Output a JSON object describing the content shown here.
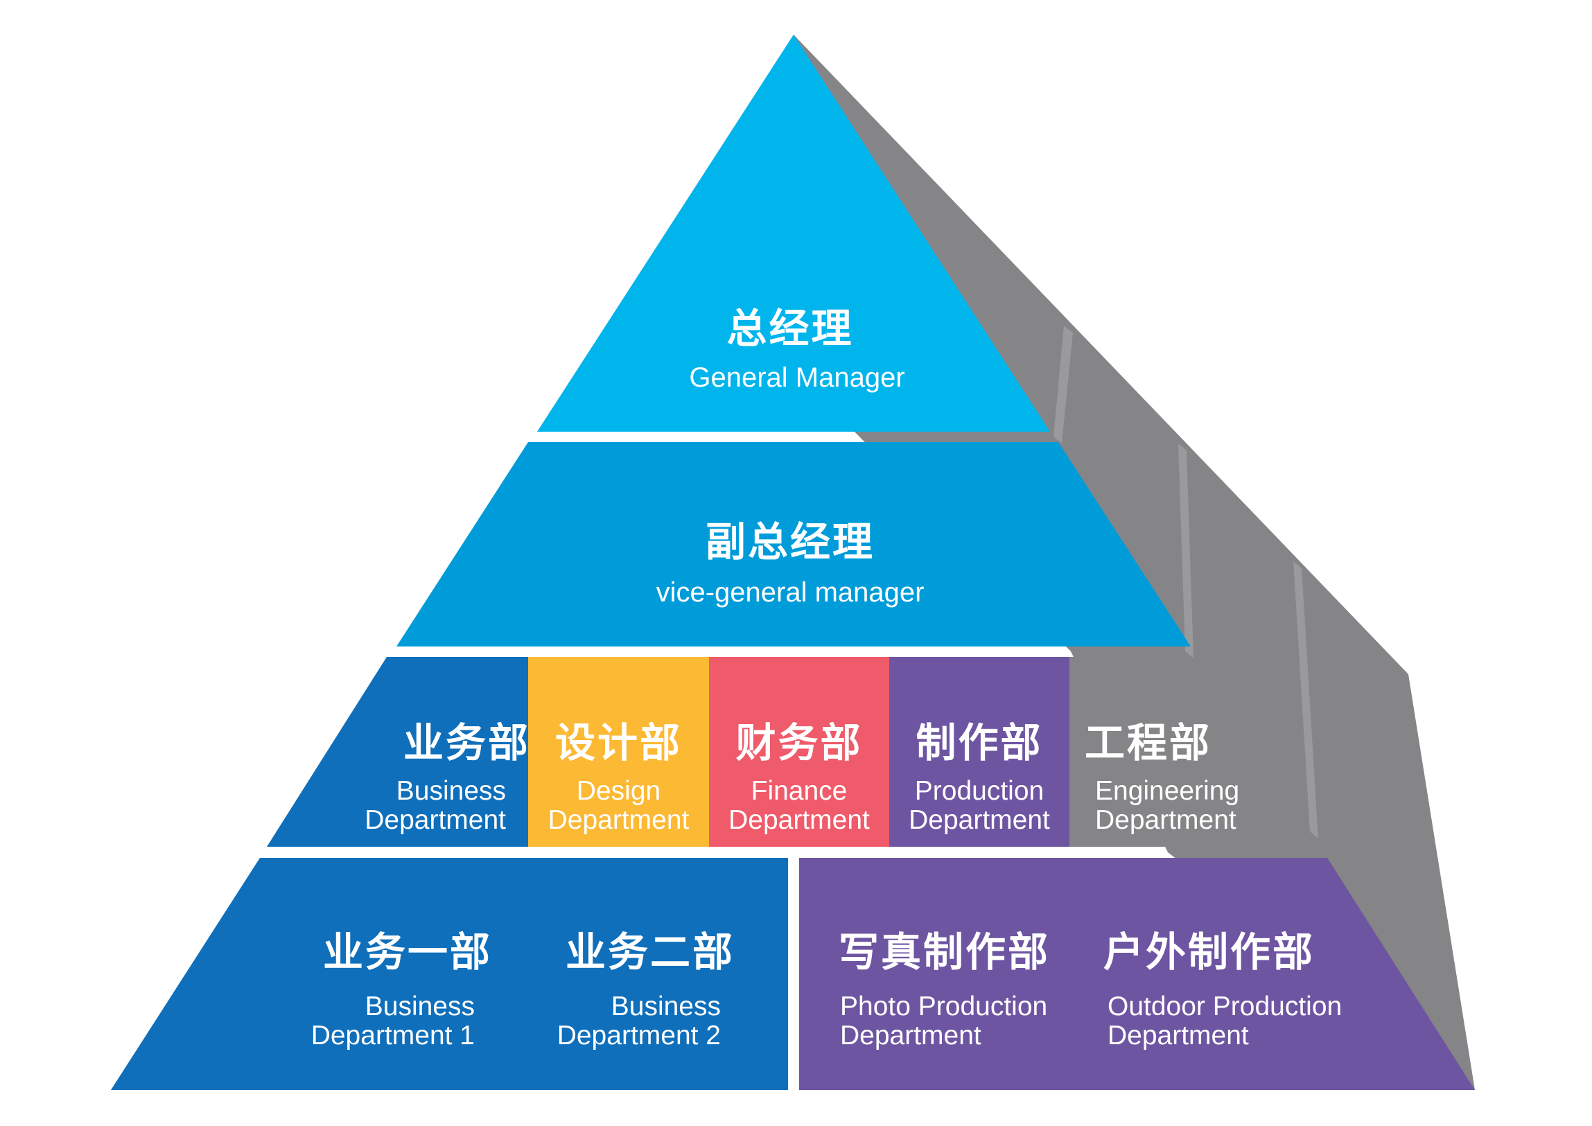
{
  "colors": {
    "apex": "#00b4ec",
    "tier2": "#009cda",
    "business": "#0f6fbb",
    "design": "#fbb934",
    "finance": "#ef5b6a",
    "production": "#6e55a2",
    "engineering": "#858487",
    "side_face": "#858487"
  },
  "tier1": {
    "zh": "总经理",
    "en": "General Manager"
  },
  "tier2": {
    "zh": "副总经理",
    "en": "vice-general manager"
  },
  "tier3": [
    {
      "zh": "业务部",
      "en_line1": "Business",
      "en_line2": "Department"
    },
    {
      "zh": "设计部",
      "en_line1": "Design",
      "en_line2": "Department"
    },
    {
      "zh": "财务部",
      "en_line1": "Finance",
      "en_line2": "Department"
    },
    {
      "zh": "制作部",
      "en_line1": "Production",
      "en_line2": "Department"
    },
    {
      "zh": "工程部",
      "en_line1": "Engineering",
      "en_line2": "Department"
    }
  ],
  "tier4": [
    {
      "zh": "业务一部",
      "en_line1": "Business",
      "en_line2": "Department 1"
    },
    {
      "zh": "业务二部",
      "en_line1": "Business",
      "en_line2": "Department 2"
    },
    {
      "zh": "写真制作部",
      "en_line1": "Photo Production",
      "en_line2": "Department"
    },
    {
      "zh": "户外制作部",
      "en_line1": "Outdoor Production",
      "en_line2": "Department"
    }
  ]
}
